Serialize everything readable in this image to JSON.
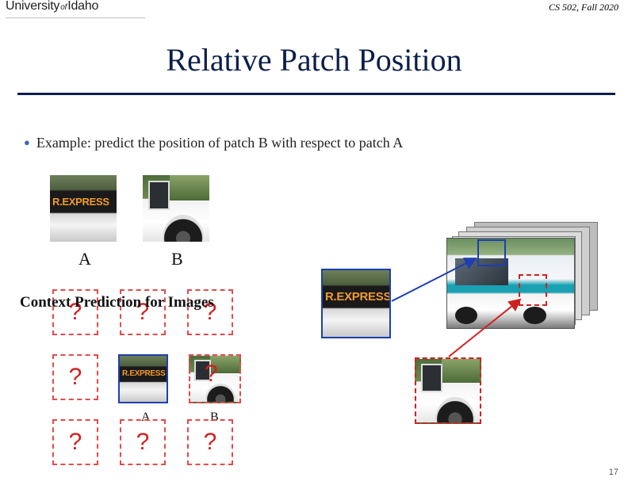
{
  "header": {
    "logo_university": "University",
    "logo_of": "of",
    "logo_idaho": "Idaho",
    "course": "CS 502, Fall 2020"
  },
  "slide": {
    "title": "Relative Patch Position",
    "bullet": "Example: predict the position of patch B with respect to patch A"
  },
  "figure": {
    "patch_a_sign": "R.EXPRESS",
    "label_a": "A",
    "label_b": "B",
    "overlay_title": "Context Prediction for Images",
    "question_mark": "?",
    "grid_label_a": "A",
    "grid_label_b": "B"
  },
  "footer": {
    "page_number": "17"
  },
  "colors": {
    "title_navy": "#0b1f4b",
    "question_red": "#d21f1f",
    "frame_blue": "#1d3fb0",
    "frame_red": "#d02020"
  }
}
